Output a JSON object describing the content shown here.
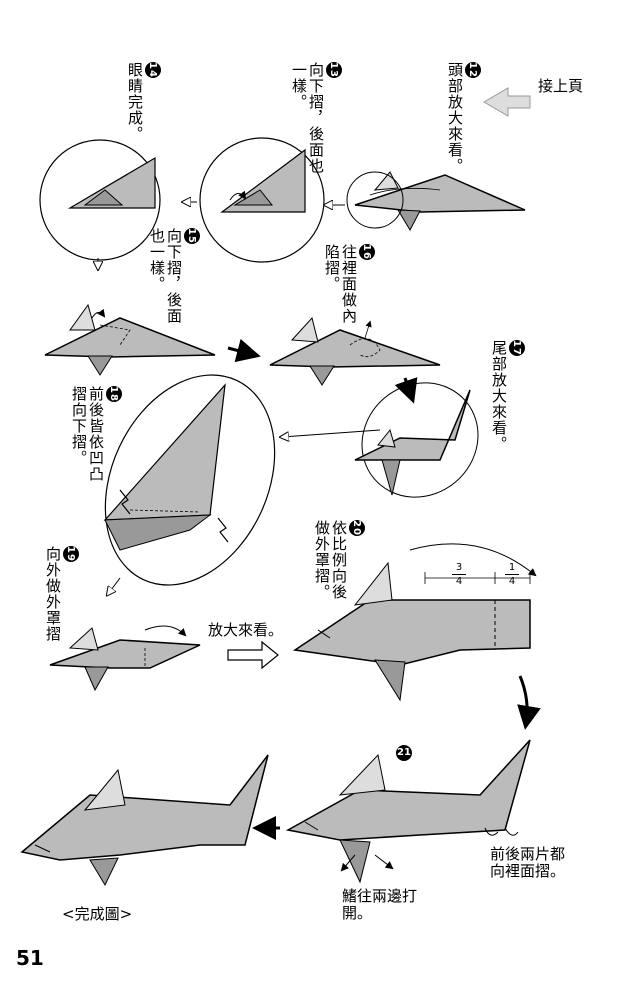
{
  "header": {
    "continued_label": "接上頁"
  },
  "steps": [
    {
      "num": "12",
      "text": "頭部放大來看。"
    },
    {
      "num": "13",
      "text": "向下摺，後面也一樣。"
    },
    {
      "num": "14",
      "text": "眼睛完成。"
    },
    {
      "num": "15",
      "text": "向下摺，後面也一樣。"
    },
    {
      "num": "16",
      "text": "往裡面做內陷摺。"
    },
    {
      "num": "17",
      "text": "尾部放大來看。"
    },
    {
      "num": "18",
      "text": "前後皆依凹凸摺向下摺。"
    },
    {
      "num": "19",
      "text": "向外做外罩摺"
    },
    {
      "num": "20",
      "text": "依比例向後做外罩摺。"
    },
    {
      "num": "21",
      "text": ""
    }
  ],
  "notes": {
    "zoom": "放大來看。",
    "both_pieces": "前後兩片都向裡面摺。",
    "fins": "鰭往兩邊打開。",
    "finished": "<完成圖>"
  },
  "fractions": {
    "left": {
      "num": "3",
      "den": "4"
    },
    "right": {
      "num": "1",
      "den": "4"
    }
  },
  "page_number": "51"
}
